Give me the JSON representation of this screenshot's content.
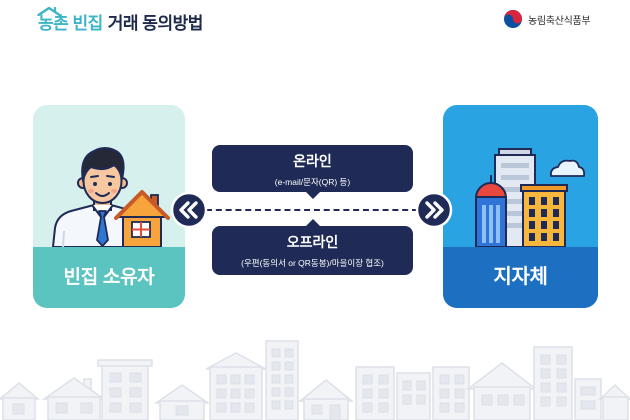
{
  "title": {
    "highlight": "농촌 빈집",
    "rest": "거래 동의방법"
  },
  "ministry": {
    "name": "농림축산식품부"
  },
  "owner": {
    "label": "빈집 소유자"
  },
  "municipality": {
    "label": "지자체"
  },
  "channels": {
    "online": {
      "title": "온라인",
      "detail": "(e-mail/문자(QR) 등)"
    },
    "offline": {
      "title": "오프라인",
      "detail": "(우편(동의서 or QR동봉)/마을이장 협조)"
    }
  },
  "icons": {
    "title_decoration": "roof-icon",
    "ministry_logo": "ministry-logo-icon",
    "left_arrow": "double-chevron-left-icon",
    "right_arrow": "double-chevron-right-icon",
    "cloud": "cloud-icon"
  },
  "colors": {
    "navy": "#1f2b56",
    "teal": "#3db5c6",
    "title_dark": "#1e2a4c",
    "owner_top": "#d6f0ed",
    "owner_band": "#5bc3c0",
    "city_top": "#29a3e2",
    "city_band": "#1d6fc2",
    "text_gray": "#2c2c2c"
  }
}
